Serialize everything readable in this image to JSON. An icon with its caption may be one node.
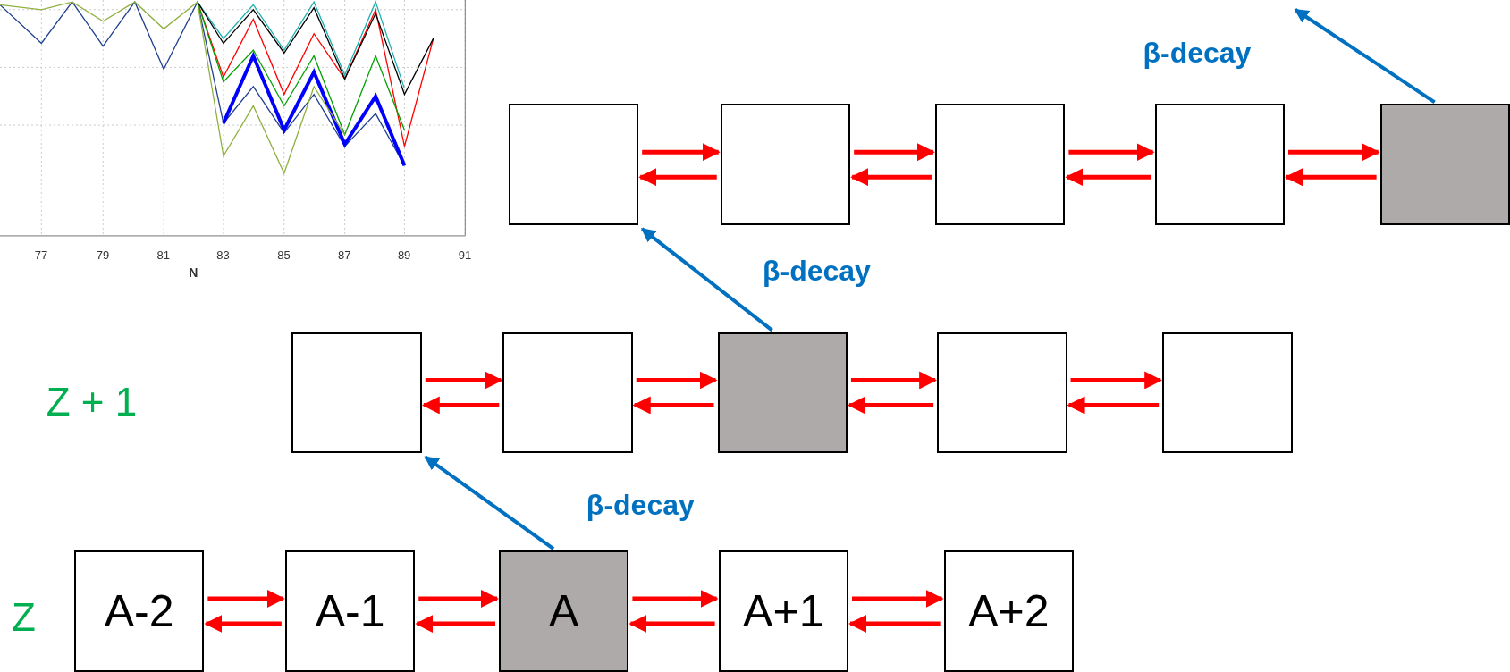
{
  "diagram": {
    "nodes": [
      {
        "text": [],
        "shape": "box"
      },
      {
        "text": [],
        "shape": "box"
      },
      {
        "text": [],
        "shape": "box"
      },
      {
        "text": [],
        "shape": "box"
      },
      {
        "text": [],
        "shape": "box"
      },
      {
        "text": [],
        "shape": "box"
      },
      {
        "text": [],
        "shape": "box"
      },
      {
        "text": [],
        "shape": "box"
      },
      {
        "text": [],
        "shape": "box"
      },
      {
        "text": [],
        "shape": "box"
      },
      {
        "text": [
          "A-2"
        ]
      },
      {
        "text": [
          "A-1"
        ]
      },
      {
        "text": [
          "A"
        ]
      },
      {
        "text": [
          "A+1"
        ]
      },
      {
        "text": [
          "A+2"
        ]
      }
    ],
    "edges": [
      {
        "from": 0,
        "to": 1,
        "arrow": "to"
      },
      {
        "from": 1,
        "to": 0,
        "arrow": "to"
      },
      {
        "from": 1,
        "to": 2,
        "arrow": "to"
      },
      {
        "from": 2,
        "to": 1,
        "arrow": "to"
      },
      {
        "from": 2,
        "to": 3,
        "arrow": "to"
      },
      {
        "from": 3,
        "to": 2,
        "arrow": "to"
      },
      {
        "from": 3,
        "to": 4,
        "arrow": "to"
      },
      {
        "from": 4,
        "to": 3,
        "arrow": "to"
      },
      {
        "from": 5,
        "to": 6,
        "arrow": "to"
      },
      {
        "from": 6,
        "to": 5,
        "arrow": "to"
      },
      {
        "from": 6,
        "to": 7,
        "arrow": "to"
      },
      {
        "from": 7,
        "to": 6,
        "arrow": "to"
      },
      {
        "from": 7,
        "to": 8,
        "arrow": "to"
      },
      {
        "from": 8,
        "to": 7,
        "arrow": "to"
      },
      {
        "from": 8,
        "to": 9,
        "arrow": "to"
      },
      {
        "from": 9,
        "to": 8,
        "arrow": "to"
      },
      {
        "from": 10,
        "to": 11,
        "arrow": "to"
      },
      {
        "from": 11,
        "to": 10,
        "arrow": "to"
      },
      {
        "from": 11,
        "to": 12,
        "arrow": "to"
      },
      {
        "from": 12,
        "to": 11,
        "arrow": "to"
      },
      {
        "from": 12,
        "to": 13,
        "arrow": "to"
      },
      {
        "from": 13,
        "to": 12,
        "arrow": "to"
      },
      {
        "from": 13,
        "to": 14,
        "arrow": "to"
      },
      {
        "from": 14,
        "to": 13,
        "arrow": "to"
      },
      {
        "from": 4,
        "to": null,
        "arrow": "to",
        "label": "β-decay",
        "color": "#0070c0"
      },
      {
        "from": 7,
        "to": 0,
        "arrow": "to",
        "label": "β-decay",
        "color": "#0070c0"
      },
      {
        "from": 12,
        "to": 5,
        "arrow": "to",
        "label": "β-decay",
        "color": "#0070c0"
      }
    ],
    "labels": [
      "77",
      "79",
      "81",
      "83",
      "85",
      "87",
      "89",
      "91",
      "N",
      "Z + 1",
      "Z"
    ]
  }
}
